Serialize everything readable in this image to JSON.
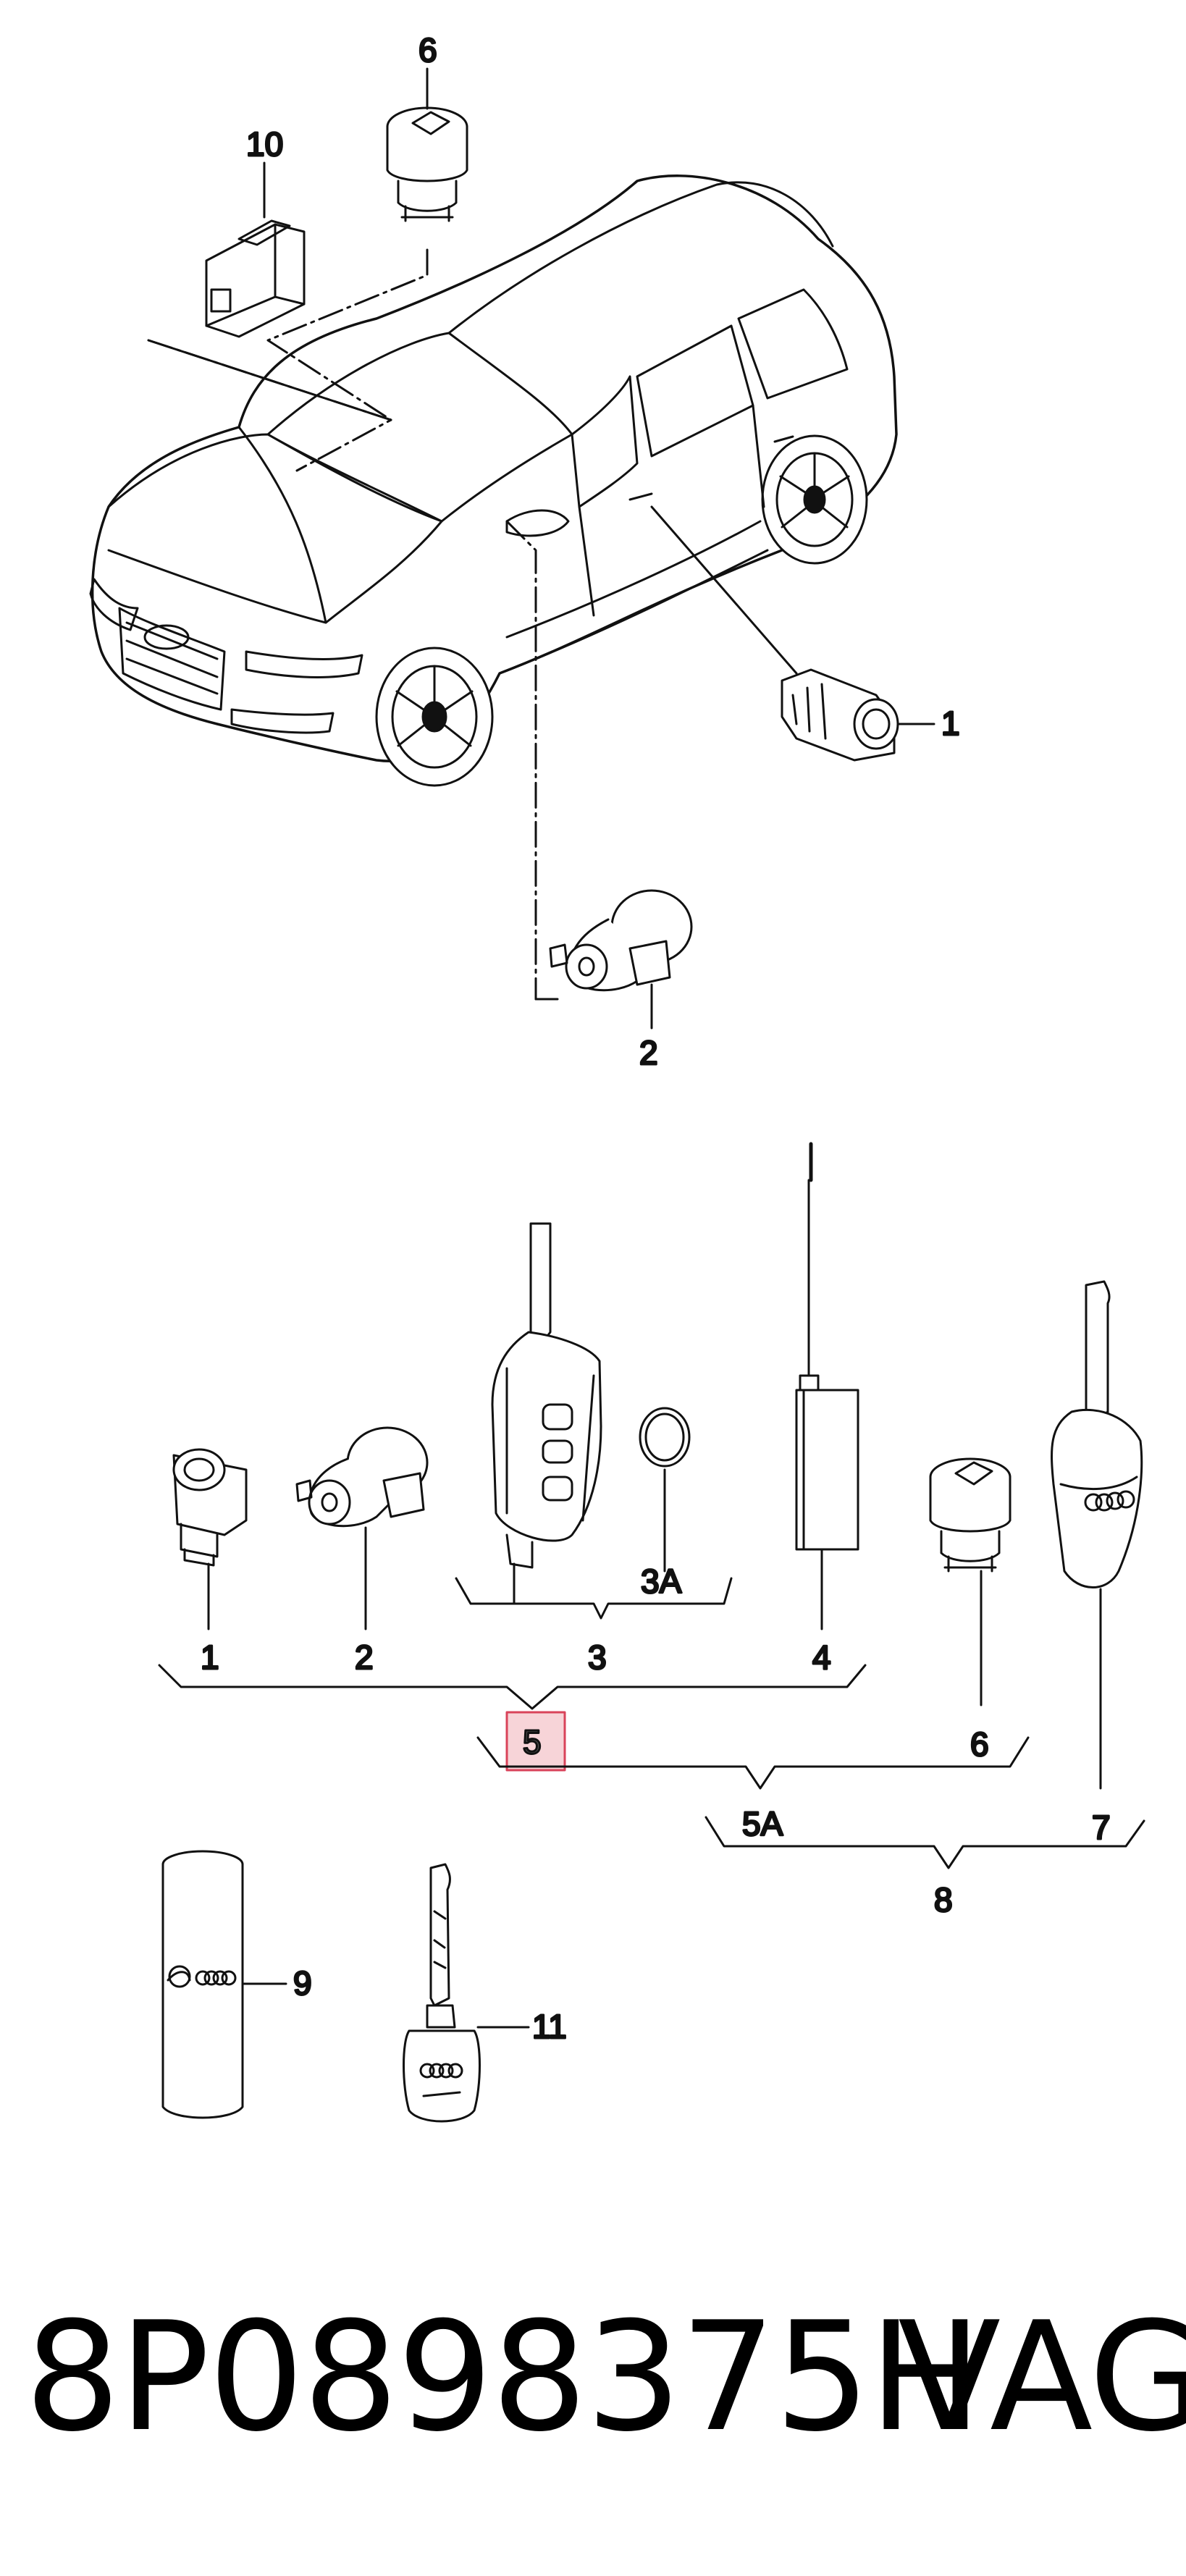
{
  "diagram": {
    "callouts": {
      "c1a": "1",
      "c2a": "2",
      "c6a": "6",
      "c10": "10",
      "c1b": "1",
      "c2b": "2",
      "c3": "3",
      "c3a": "3A",
      "c4": "4",
      "c5": "5",
      "c6b": "6",
      "c5a": "5A",
      "c7": "7",
      "c8": "8",
      "c9": "9",
      "c11": "11"
    },
    "colors": {
      "line": "#111111",
      "highlight_fill": "#f7d4d8",
      "highlight_stroke": "#d9435a"
    },
    "icons": [
      "car-illustration",
      "door-lock-cylinder",
      "ignition-lock",
      "trunk-lock-cylinder",
      "switch-unit",
      "flip-key-remote",
      "coin-battery",
      "antenna-module",
      "smart-key",
      "grease-can",
      "plain-key"
    ]
  },
  "footer": {
    "part_number": "8P0898375H",
    "brand": "VAG"
  }
}
